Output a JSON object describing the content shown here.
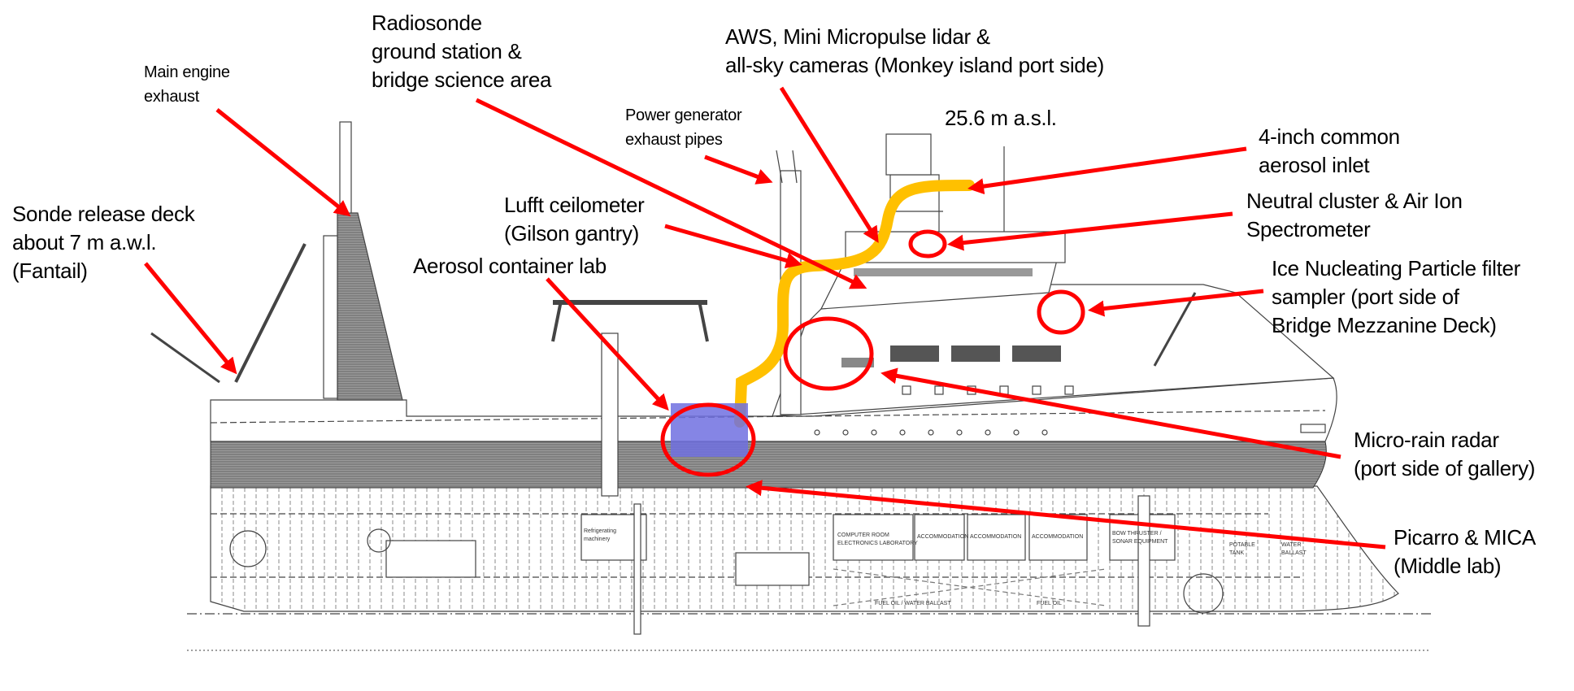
{
  "annotations": {
    "main_engine": [
      "Main engine",
      "exhaust"
    ],
    "radiosonde": [
      "Radiosonde",
      "ground station &",
      "bridge science area"
    ],
    "aws": [
      "AWS, Mini Micropulse lidar &",
      "all-sky cameras (Monkey island port side)"
    ],
    "power_generator": [
      "Power generator",
      "exhaust pipes"
    ],
    "height": "25.6 m a.s.l.",
    "inlet": [
      "4-inch common",
      "aerosol inlet"
    ],
    "neutral_cluster": [
      "Neutral cluster & Air Ion",
      "Spectrometer"
    ],
    "sonde_release": [
      "Sonde release deck",
      "about 7 m a.w.l.",
      "(Fantail)"
    ],
    "lufft": [
      "Lufft ceilometer",
      "(Gilson gantry)"
    ],
    "aerosol_container": "Aerosol container lab",
    "inp": [
      "Ice Nucleating Particle filter",
      "sampler (port side of",
      "Bridge Mezzanine Deck)"
    ],
    "micro_rain": [
      "Micro-rain radar",
      "(port side of gallery)"
    ],
    "picarro": [
      "Picarro & MICA",
      "(Middle lab)"
    ]
  },
  "rooms": {
    "computer_room": [
      "COMPUTER ROOM",
      "ELECTRONICS LABORATORY"
    ],
    "accommodation": "ACCOMMODATION",
    "bow_thruster": [
      "BOW THRUSTER /",
      "SONAR EQUIPMENT"
    ],
    "potable_tank": [
      "POTABLE",
      "TANK"
    ],
    "water_ballast": [
      "WATER",
      "BALLAST"
    ],
    "fuel_water": "FUEL OIL / WATER BALLAST",
    "fuel_oil": "FUEL OIL",
    "refrigerating": [
      "Refrigerating",
      "machinery"
    ]
  },
  "colors": {
    "arrow": "#ff0000",
    "inlet_tube": "#ffc000",
    "container": "#7070e0",
    "hull_band": "#8a8a8a"
  }
}
